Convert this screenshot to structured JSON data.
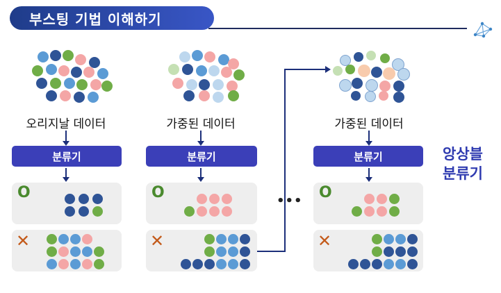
{
  "title": "부스팅 기법 이해하기",
  "colors": {
    "dark_blue": "#2f5496",
    "mid_blue": "#5b9bd5",
    "pink": "#f4a6a6",
    "green": "#70ad47",
    "light_blue": "#bdd7ee",
    "light_green": "#c5e0b4",
    "peach": "#f8cbad"
  },
  "columns": [
    {
      "label": "오리지날 데이터",
      "classifier_label": "분류기",
      "correct_mark": "O",
      "wrong_mark": "✕"
    },
    {
      "label": "가중된 데이터",
      "classifier_label": "분류기",
      "correct_mark": "O",
      "wrong_mark": "✕"
    },
    {
      "label": "가중된 데이터",
      "classifier_label": "분류기",
      "correct_mark": "O",
      "wrong_mark": "✕"
    }
  ],
  "ellipsis": "•••",
  "ensemble_label_line1": "앙상블",
  "ensemble_label_line2": "분류기"
}
